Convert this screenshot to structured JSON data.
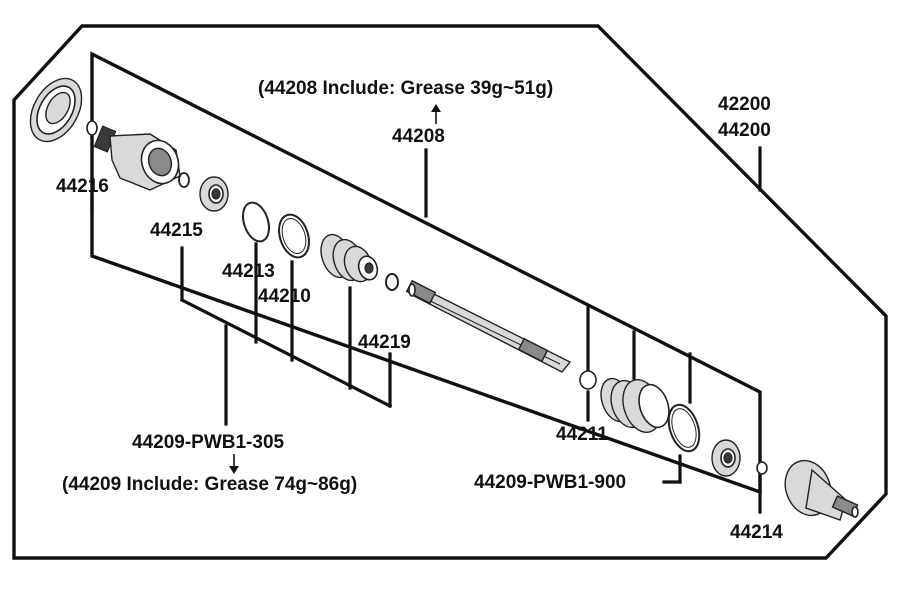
{
  "labels": {
    "main_assembly_a": "42200",
    "main_assembly_b": "44200",
    "inner_note": "(44208 Include: Grease  39g~51g)",
    "shaft": "44208",
    "inner_clip": "44216",
    "circlip_inner": "44215",
    "small_band_inner": "44213",
    "large_band_inner": "44210",
    "stop_ring_inner": "44219",
    "inner_boot_kit": "44209-PWB1-305",
    "outer_note": "(44209 Include: Grease  74g~86g)",
    "stop_ring_outer": "44211",
    "outer_boot_kit": "44209-PWB1-900",
    "outer_clip": "44214"
  }
}
